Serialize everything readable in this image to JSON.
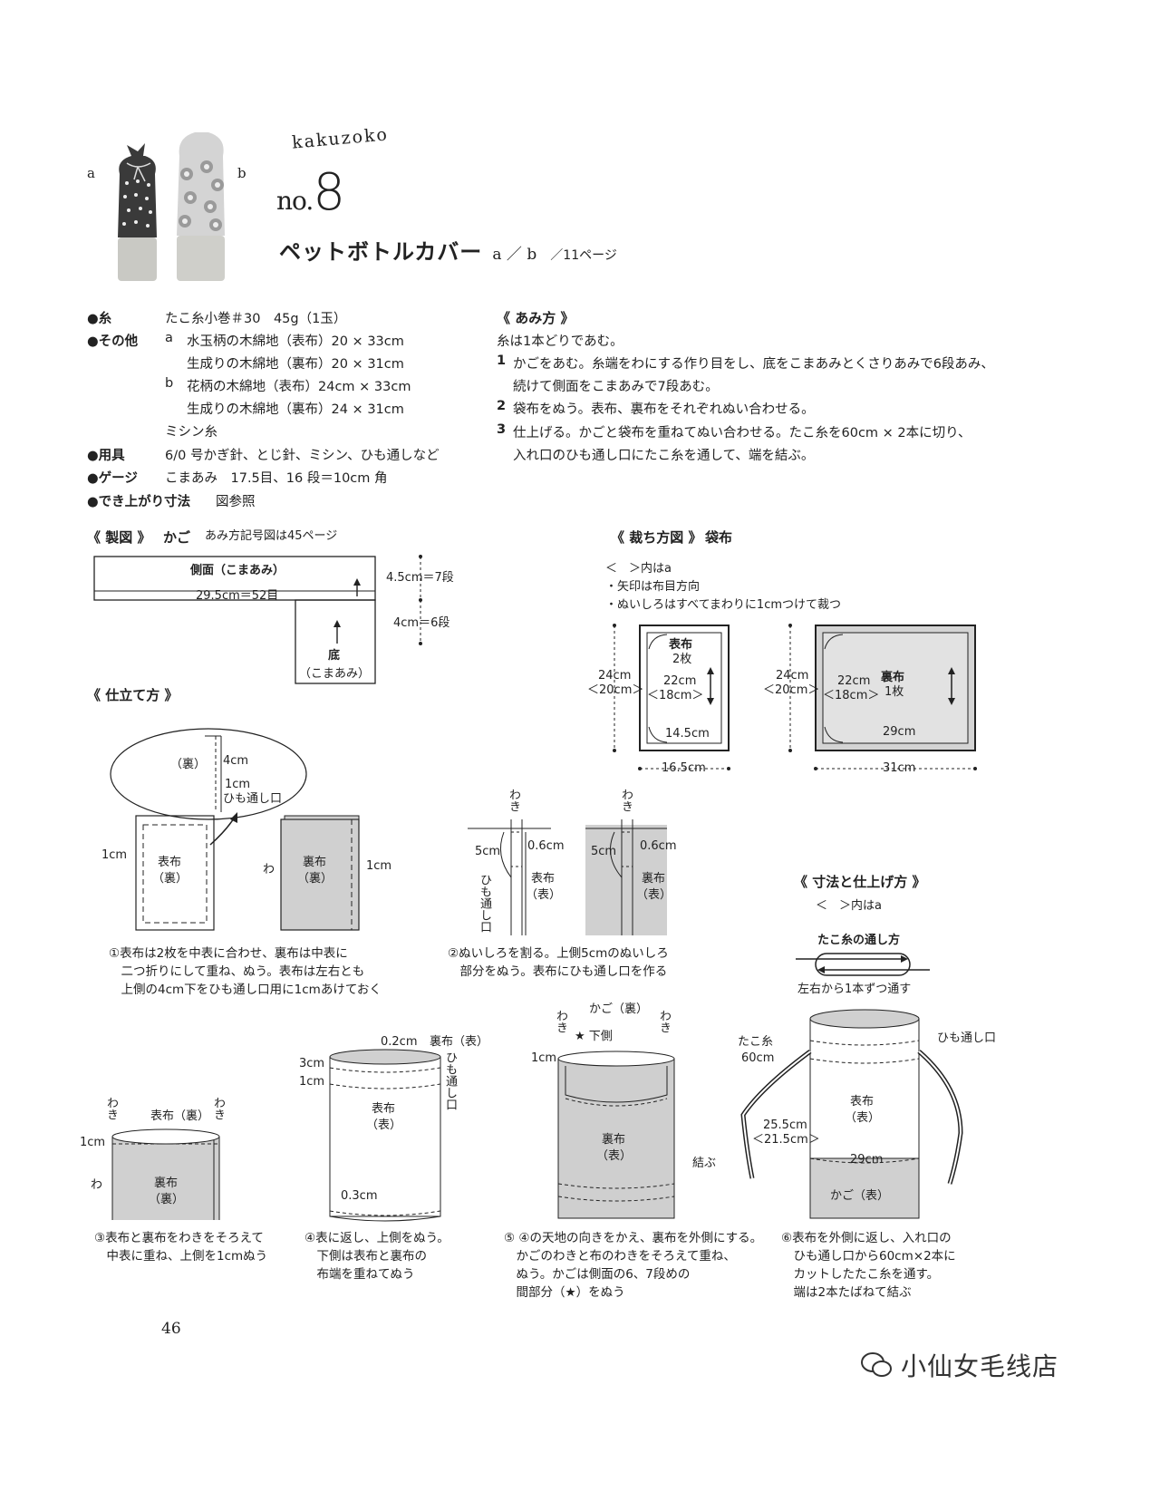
{
  "header": {
    "photo_a_label": "a",
    "photo_b_label": "b",
    "series": "kakuzoko",
    "number_prefix": "no.",
    "number": "8",
    "title": "ペットボトルカバー",
    "variants": "a ／ b",
    "page_ref": "／11ページ"
  },
  "materials": {
    "yarn_label": "●糸",
    "yarn_value": "たこ糸小巻＃30　45g（1玉）",
    "other_label": "●その他",
    "other_a_key": "a",
    "other_a1": "水玉柄の木綿地（表布）20 × 33cm",
    "other_a2": "生成りの木綿地（裏布）20 × 31cm",
    "other_b_key": "b",
    "other_b1": "花柄の木綿地（表布）24cm × 33cm",
    "other_b2": "生成りの木綿地（裏布）24 × 31cm",
    "other_thread": "ミシン糸",
    "tools_label": "●用具",
    "tools_value": "6/0 号かぎ針、とじ針、ミシン、ひも通しなど",
    "gauge_label": "●ゲージ",
    "gauge_value": "こまあみ　17.5目、16 段＝10cm 角",
    "size_label": "●でき上がり寸法",
    "size_value": "図参照"
  },
  "method": {
    "heading": "《 あみ方 》",
    "intro": "糸は1本どりであむ。",
    "steps": [
      {
        "num": "1",
        "line1": "かごをあむ。糸端をわにする作り目をし、底をこまあみとくさりあみで6段あみ、",
        "line2": "続けて側面をこまあみで7段あむ。"
      },
      {
        "num": "2",
        "line1": "袋布をぬう。表布、裏布をそれぞれぬい合わせる。",
        "line2": ""
      },
      {
        "num": "3",
        "line1": "仕上げる。かごと袋布を重ねてぬい合わせる。たこ糸を60cm × 2本に切り、",
        "line2": "入れ口のひも通し口にたこ糸を通して、端を結ぶ。"
      }
    ]
  },
  "pattern": {
    "heading": "《 製図 》",
    "subject": "かご",
    "note": "あみ方記号図は45ページ",
    "side_label": "側面（こまあみ）",
    "side_width": "29.5cm＝52目",
    "side_height": "4.5cm＝7段",
    "bottom_height": "4cm＝6段",
    "bottom_label": "底",
    "bottom_sub": "（こまあみ）"
  },
  "cutting": {
    "heading": "《 裁ち方図 》",
    "subject": "袋布",
    "note1": "＜　＞内はa",
    "note2": "・矢印は布目方向",
    "note3": "・ぬいしろはすべてまわりに1cmつけて裁つ",
    "outer_label": "表布",
    "outer_count": "2枚",
    "outer_h": "24cm",
    "outer_h_a": "＜20cm＞",
    "outer_inner_h": "22cm",
    "outer_inner_h_a": "＜18cm＞",
    "outer_inner_w": "14.5cm",
    "outer_w": "16.5cm",
    "lining_label": "裏布",
    "lining_count": "1枚",
    "lining_h": "24cm",
    "lining_h_a": "＜20cm＞",
    "lining_inner_h": "22cm",
    "lining_inner_h_a": "＜18cm＞",
    "lining_inner_w": "29cm",
    "lining_w": "31cm"
  },
  "assembly": {
    "heading": "《 仕立て方 》",
    "zoom_back": "（裏）",
    "zoom_4cm": "4cm",
    "zoom_1cm": "1cm",
    "zoom_slot": "ひも通し口",
    "s1_margin": "1cm",
    "s1_outer": "表布",
    "s1_outer_side": "（裏）",
    "s1_fold": "わ",
    "s1_lining": "裏布",
    "s1_lining_side": "（裏）",
    "s1_margin2": "1cm",
    "s1_caption": [
      "①表布は2枚を中表に合わせ、裏布は中表に",
      "　二つ折りにして重ね、ぬう。表布は左右とも",
      "　上側の4cm下をひも通し口用に1cmあけておく"
    ],
    "s2_waki": "わき",
    "s2_5cm": "5cm",
    "s2_06": "0.6cm",
    "s2_slot": "ひも通し口",
    "s2_outer": "表布",
    "s2_outer_side": "（表）",
    "s2_waki2": "わき",
    "s2_5cm2": "5cm",
    "s2_062": "0.6cm",
    "s2_lining": "裏布",
    "s2_lining_side": "（表）",
    "s2_caption": [
      "②ぬいしろを割る。上側5cmのぬいしろ",
      "　部分をぬう。表布にひも通し口を作る"
    ],
    "s3_waki_l": "わき",
    "s3_top": "表布（裏）",
    "s3_waki_r": "わき",
    "s3_1cm": "1cm",
    "s3_fold": "わ",
    "s3_lining": "裏布",
    "s3_lining_side": "（裏）",
    "s3_caption": [
      "③表布と裏布をわきをそろえて",
      "　中表に重ね、上側を1cmぬう"
    ],
    "s4_02": "0.2cm",
    "s4_lining_face": "裏布（表）",
    "s4_3cm": "3cm",
    "s4_1cm": "1cm",
    "s4_slot": "ひも通し口",
    "s4_outer": "表布",
    "s4_outer_side": "（表）",
    "s4_03": "0.3cm",
    "s4_caption": [
      "④表に返し、上側をぬう。",
      "　下側は表布と裏布の",
      "　布端を重ねてぬう"
    ],
    "s5_basket": "かご（裏）",
    "s5_waki_l": "わき",
    "s5_star": "★ 下側",
    "s5_waki_r": "わき",
    "s5_1cm": "1cm",
    "s5_lining": "裏布",
    "s5_lining_side": "（表）",
    "s5_caption": [
      "⑤ ④の天地の向きをかえ、裏布を外側にする。",
      "　かごのわきと布のわきをそろえて重ね、",
      "　ぬう。かごは側面の6、7段めの",
      "　間部分（★）をぬう"
    ]
  },
  "finish": {
    "heading": "《 寸法と仕上げ方 》",
    "note": "＜　＞内はa",
    "threading_title": "たこ糸の通し方",
    "threading_caption": "左右から1本ずつ通す",
    "string": "たこ糸",
    "string_len": "60cm",
    "slot": "ひも通し口",
    "outer": "表布",
    "outer_side": "（表）",
    "height": "25.5cm",
    "height_a": "＜21.5cm＞",
    "width": "29cm",
    "tie": "結ぶ",
    "basket": "かご（表）",
    "caption": [
      "⑥表布を外側に返し、入れ口の",
      "　ひも通し口から60cm×2本に",
      "　カットしたたこ糸を通す。",
      "　端は2本たばねて結ぶ"
    ]
  },
  "footer": {
    "page_number": "46",
    "watermark": "小仙女毛线店"
  }
}
